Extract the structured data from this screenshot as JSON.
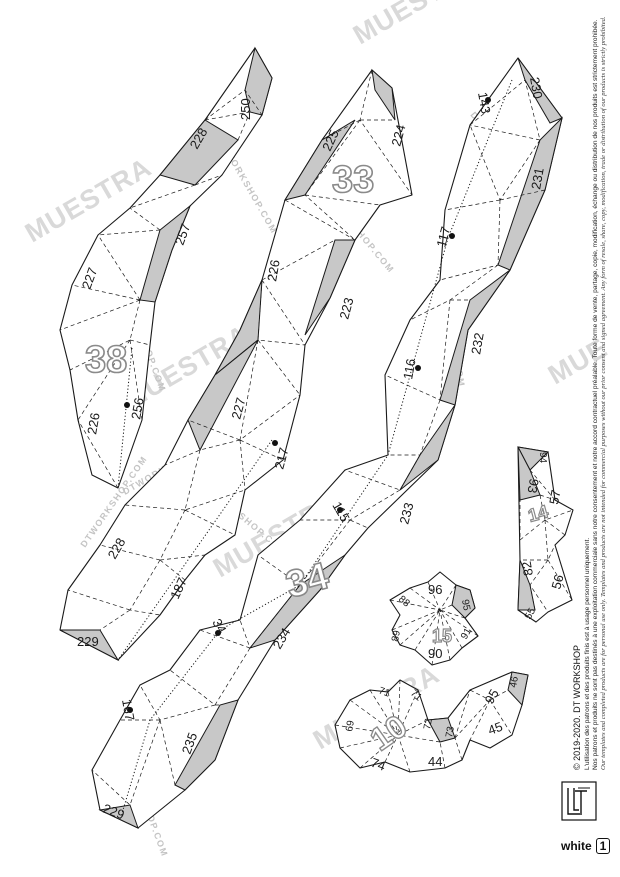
{
  "watermarks": {
    "muestra": "MUESTRA",
    "muestra_partial": "MUE",
    "site": "DTWORKSHOP.COM"
  },
  "piece_numbers": {
    "p33": "33",
    "p34": "34",
    "p38": "38",
    "p10": "10",
    "p14": "14",
    "p15": "15"
  },
  "labels": {
    "l250": "250",
    "l228a": "228",
    "l257": "257",
    "l227a": "227",
    "l226a": "226",
    "l256": "256",
    "l225": "225",
    "l224": "224",
    "l226b": "226",
    "l223": "223",
    "l227b": "227",
    "l217": "217",
    "l228b": "228",
    "l187": "187",
    "l229a": "229",
    "l230": "230",
    "l143": "143",
    "l231": "231",
    "l117": "117",
    "l116": "116",
    "l232": "232",
    "l115": "115",
    "l233": "233",
    "l34": "34",
    "l234": "234",
    "l167": "167",
    "l235": "235",
    "l229b": "229",
    "l94": "94",
    "l93": "93",
    "l57": "57",
    "l56": "56",
    "l82": "82",
    "l55": "55",
    "l96": "96",
    "l88": "88",
    "l95": "95",
    "l89": "89",
    "l90": "90",
    "l91": "91",
    "l71": "71",
    "l69": "69",
    "l72": "72",
    "l73": "73",
    "l74": "74",
    "l44": "44",
    "l95b": "95",
    "l46": "46",
    "l45": "45"
  },
  "legal": {
    "copyright": "© 2019-2020. DT WORKSHOP",
    "fr_line1": "L'utilisation des patrons et des produits finis est à usage personnel uniquement.",
    "fr_line2": "Nos patrons et produits ne sont pas destinés à une exploitation commerciale sans notre consentement et notre accord contractuel préalable. Toute forme de vente, partage, copie, modification, échange ou distribution de nos produits est strictement prohibée.",
    "en_line1": "Our templates and completed products are for personal use only. Templates and products are not intended for commercial purposes without our prior consent and signed agreement. Any form of resale, share, copy, modification, trade or distribution of our products is strictly prohibited."
  },
  "footer": {
    "color_label": "white",
    "page_number": "1"
  }
}
